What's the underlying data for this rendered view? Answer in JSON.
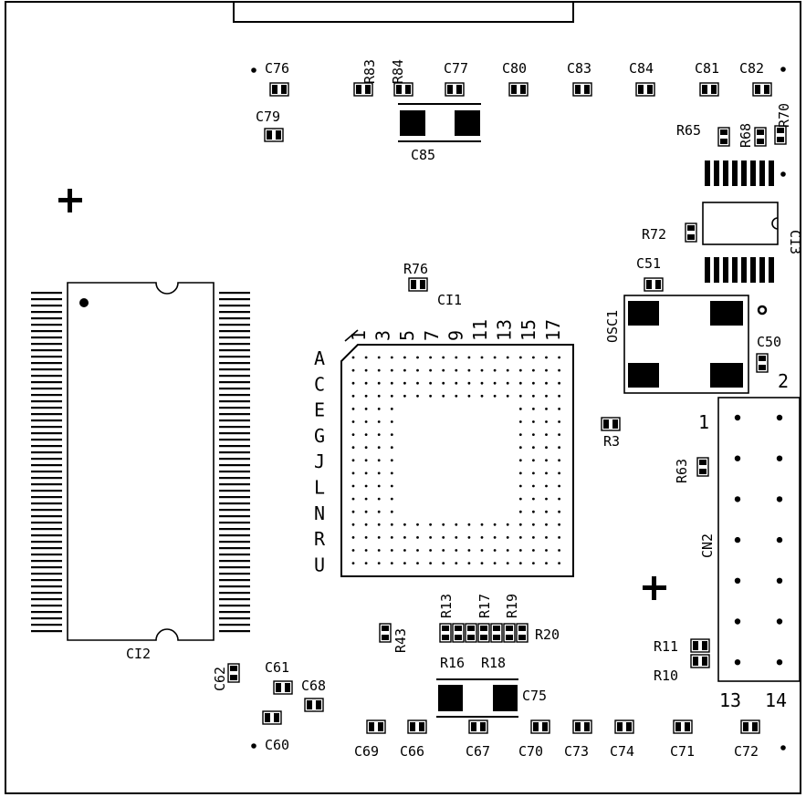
{
  "labels": {
    "C76": "C76",
    "C79": "C79",
    "R83": "R83",
    "R84": "R84",
    "C77": "C77",
    "C80": "C80",
    "C83": "C83",
    "C84": "C84",
    "C81": "C81",
    "C82": "C82",
    "R70": "R70",
    "R68": "R68",
    "R65": "R65",
    "C85": "C85",
    "CI3": "CI3",
    "R72": "R72",
    "R76": "R76",
    "CI1": "CI1",
    "C51": "C51",
    "OSC1": "OSC1",
    "C50": "C50",
    "R3": "R3",
    "R63": "R63",
    "CN2": "CN2",
    "CI2": "CI2",
    "R13": "R13",
    "R17": "R17",
    "R19": "R19",
    "R20": "R20",
    "R43": "R43",
    "R16": "R16",
    "R18": "R18",
    "C75": "C75",
    "C62": "C62",
    "C61": "C61",
    "C68": "C68",
    "C60": "C60",
    "C69": "C69",
    "C66": "C66",
    "C67": "C67",
    "C70": "C70",
    "C73": "C73",
    "C74": "C74",
    "C71": "C71",
    "C72": "C72",
    "R11": "R11",
    "R10": "R10"
  },
  "pins": {
    "p1": "1",
    "p2": "2",
    "p13": "13",
    "p14": "14"
  },
  "bga_cols": [
    "1",
    "3",
    "5",
    "7",
    "9",
    "11",
    "13",
    "15",
    "17"
  ],
  "bga_rows": [
    "A",
    "C",
    "E",
    "G",
    "J",
    "L",
    "N",
    "R",
    "U"
  ],
  "colors": {
    "ink": "#000000",
    "background": "#ffffff"
  }
}
